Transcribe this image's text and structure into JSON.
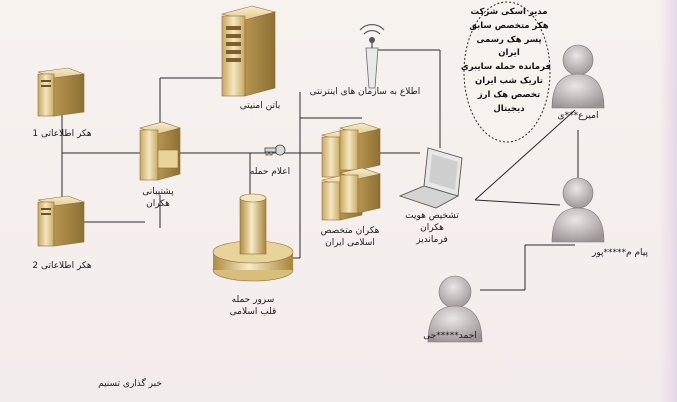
{
  "labels": {
    "hacker1": "هکر اطلاعاتی 1",
    "hacker2": "هکر اطلاعاتی 2",
    "botnet": "باتن امنیتی",
    "support_hacker": "پشتیبانی\nهکران",
    "attack_start": "اعلام حمله",
    "notify_agencies": "اطلاع به سازمان های اینترنتی",
    "iranian_hackers": "هکران متخصص\nاسلامی ایران",
    "identity_tracking": "تشخیص هویت\nهکران\nفرماندیز",
    "attack_server": "سرور حمله\nقلب اسلامی",
    "person1": "امیرع***ی",
    "person2": "پیام م*****پور",
    "person3": "احمد*****جی",
    "footer": "خبر گذاری تسنیم"
  },
  "ellipse_lines": [
    "مدیر اسکی شرکت",
    "هکر متخصص سابق",
    "پسر هک رسمی",
    "ایران",
    "فرمانده حمله سایبری",
    "تاریک شب ایران",
    "تخصص هک ارز",
    "دیجیتال"
  ],
  "colors": {
    "device_light": "#f1e3b8",
    "device_mid": "#d9bd7a",
    "device_dark": "#a88a45",
    "person": "#c5bebd",
    "line": "#2a2a2a"
  }
}
